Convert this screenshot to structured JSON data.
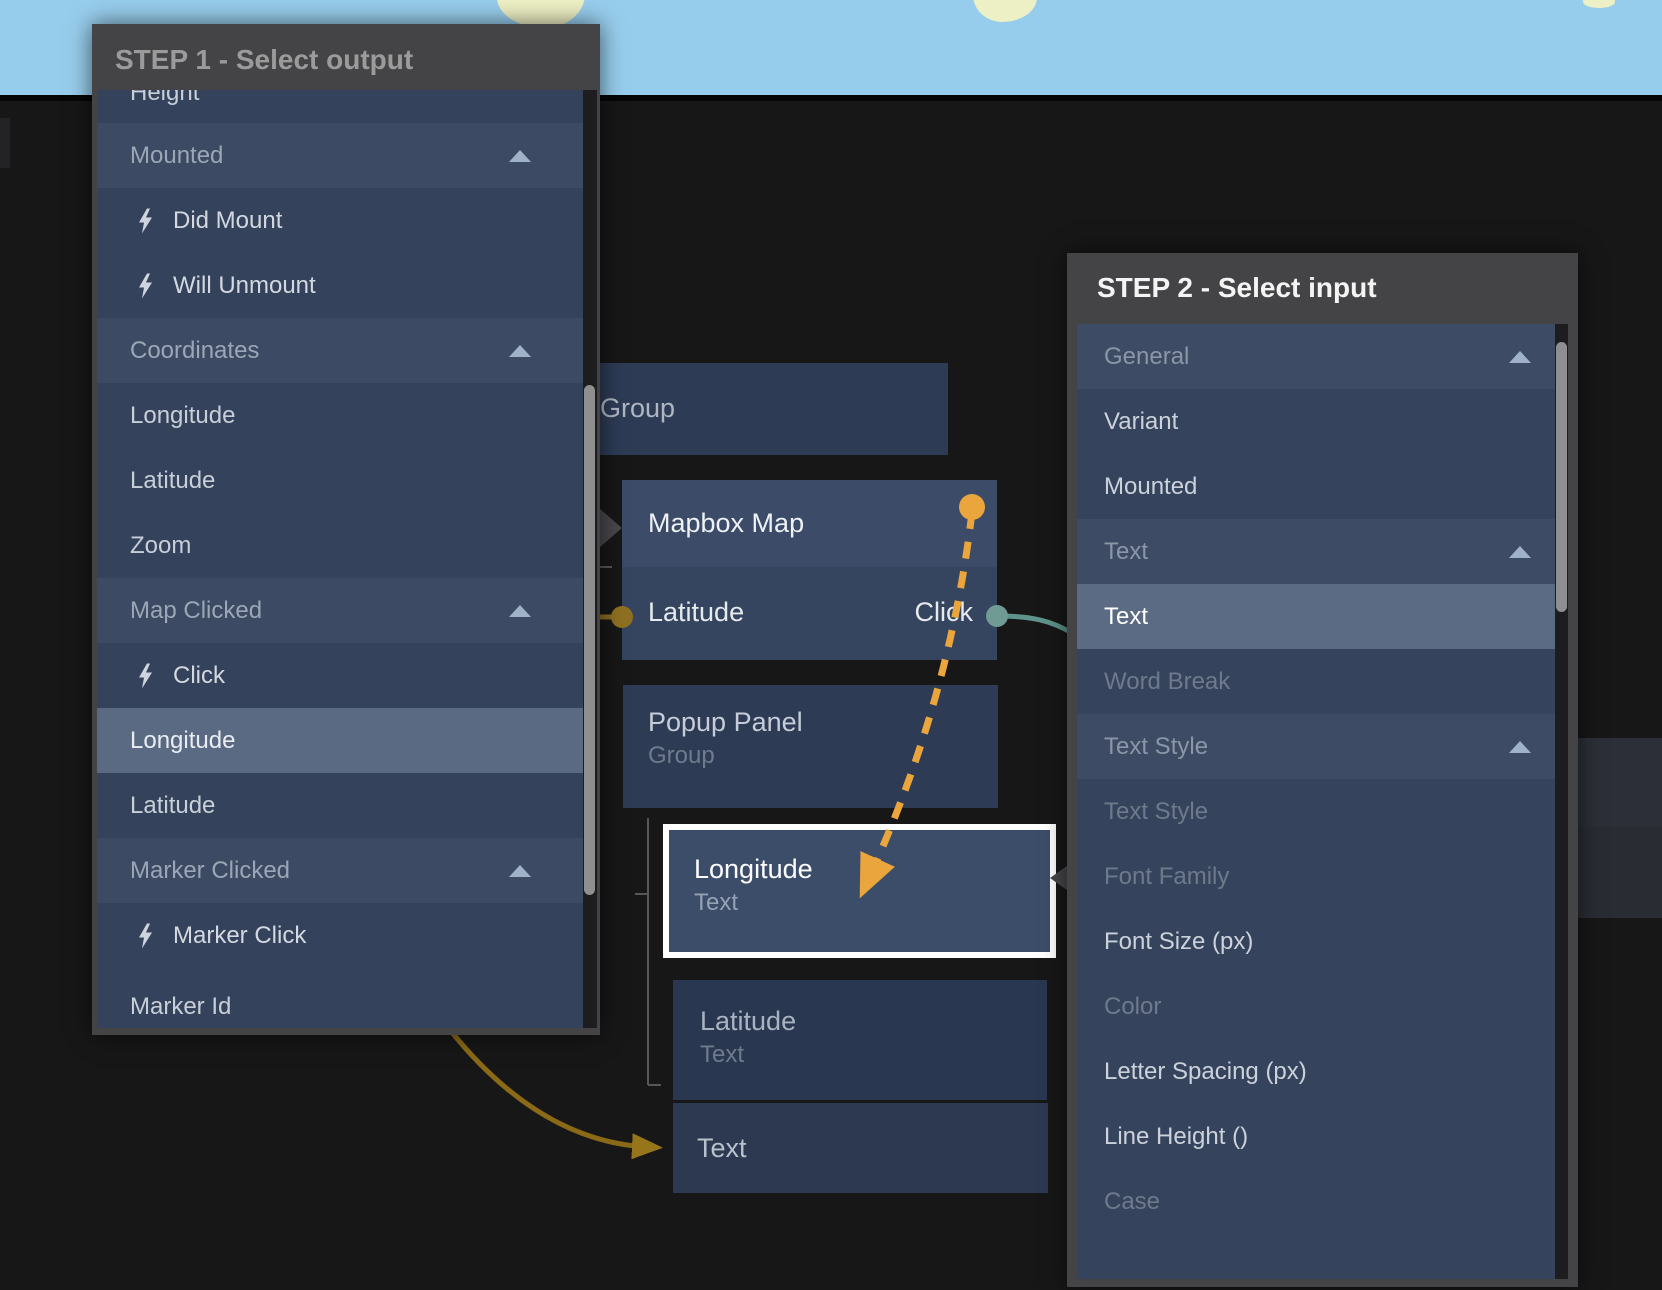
{
  "step1_panel": {
    "title": "STEP 1 - Select output",
    "items": [
      {
        "label": "Height",
        "type": "item",
        "partial": "top"
      },
      {
        "label": "Mounted",
        "type": "category"
      },
      {
        "label": "Did Mount",
        "type": "event"
      },
      {
        "label": "Will Unmount",
        "type": "event"
      },
      {
        "label": "Coordinates",
        "type": "category"
      },
      {
        "label": "Longitude",
        "type": "item"
      },
      {
        "label": "Latitude",
        "type": "item"
      },
      {
        "label": "Zoom",
        "type": "item"
      },
      {
        "label": "Map Clicked",
        "type": "category"
      },
      {
        "label": "Click",
        "type": "event"
      },
      {
        "label": "Longitude",
        "type": "item",
        "state": "highlighted"
      },
      {
        "label": "Latitude",
        "type": "item"
      },
      {
        "label": "Marker Clicked",
        "type": "category"
      },
      {
        "label": "Marker Click",
        "type": "event"
      },
      {
        "label": "Marker Id",
        "type": "item",
        "partial": "bottom"
      }
    ]
  },
  "step2_panel": {
    "title": "STEP 2 - Select input",
    "items": [
      {
        "label": "General",
        "type": "category"
      },
      {
        "label": "Variant",
        "type": "item"
      },
      {
        "label": "Mounted",
        "type": "item"
      },
      {
        "label": "Text",
        "type": "category"
      },
      {
        "label": "Text",
        "type": "item",
        "state": "highlighted"
      },
      {
        "label": "Word Break",
        "type": "item",
        "state": "disabled"
      },
      {
        "label": "Text Style",
        "type": "category"
      },
      {
        "label": "Text Style",
        "type": "item",
        "state": "disabled"
      },
      {
        "label": "Font Family",
        "type": "item",
        "state": "disabled"
      },
      {
        "label": "Font Size (px)",
        "type": "item"
      },
      {
        "label": "Color",
        "type": "item",
        "state": "disabled"
      },
      {
        "label": "Letter Spacing (px)",
        "type": "item"
      },
      {
        "label": "Line Height ()",
        "type": "item"
      },
      {
        "label": "Case",
        "type": "item",
        "state": "disabled"
      }
    ]
  },
  "nodes": {
    "group": {
      "title": "Group"
    },
    "mapbox": {
      "title": "Mapbox Map",
      "ports": {
        "left": "Latitude",
        "right": "Click"
      }
    },
    "popup": {
      "title": "Popup Panel",
      "subtitle": "Group"
    },
    "longitude": {
      "title": "Longitude",
      "subtitle": "Text",
      "selected": true
    },
    "latitude": {
      "title": "Latitude",
      "subtitle": "Text"
    },
    "text": {
      "title": "Text"
    }
  },
  "colors": {
    "map_water": "#97cdec",
    "map_land": "#edefc4",
    "wire_orange_dashed": "#eaa53c",
    "wire_gold": "#8a6a16",
    "wire_teal": "#5f948c",
    "port_olive": "#8f7022",
    "selection_border": "#ffffff",
    "highlight_row": "#5b6a83"
  }
}
